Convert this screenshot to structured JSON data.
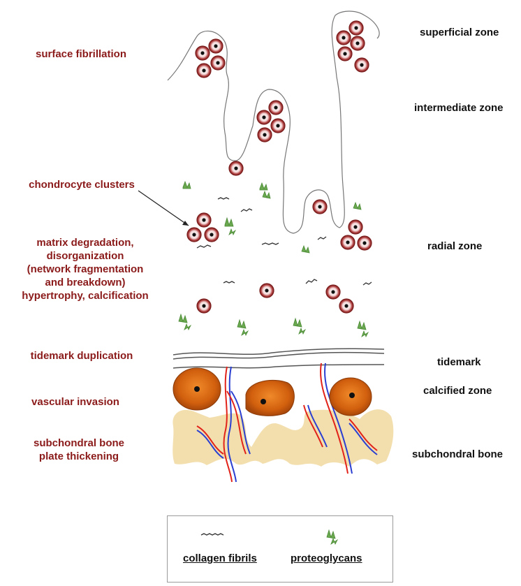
{
  "pathology_labels": {
    "surface_fibrillation": "surface fibrillation",
    "chondrocyte_clusters": "chondrocyte clusters",
    "matrix_line1": "matrix degradation,",
    "matrix_line2": "disorganization",
    "matrix_line3": "(network fragmentation",
    "matrix_line4": "and breakdown)",
    "matrix_line5": "hypertrophy, calcification",
    "tidemark_duplication": "tidemark duplication",
    "vascular_invasion": "vascular invasion",
    "subchondral_line1": "subchondral bone",
    "subchondral_line2": "plate thickening"
  },
  "zone_labels": {
    "superficial": "superficial zone",
    "intermediate": "intermediate zone",
    "radial": "radial zone",
    "tidemark": "tidemark",
    "calcified": "calcified zone",
    "subchondral": "subchondral bone"
  },
  "legend": {
    "collagen": "collagen fibrils",
    "proteoglycans": "proteoglycans"
  },
  "colors": {
    "label_red": "#8b1a1a",
    "cell_ring": "#9b2a2a",
    "bone": "#f3dfae",
    "calcified_cell": "#d9660f",
    "vessel_red": "#e2231a",
    "vessel_blue": "#2b3fd1",
    "proteoglycan_green": "#6aa84f"
  }
}
